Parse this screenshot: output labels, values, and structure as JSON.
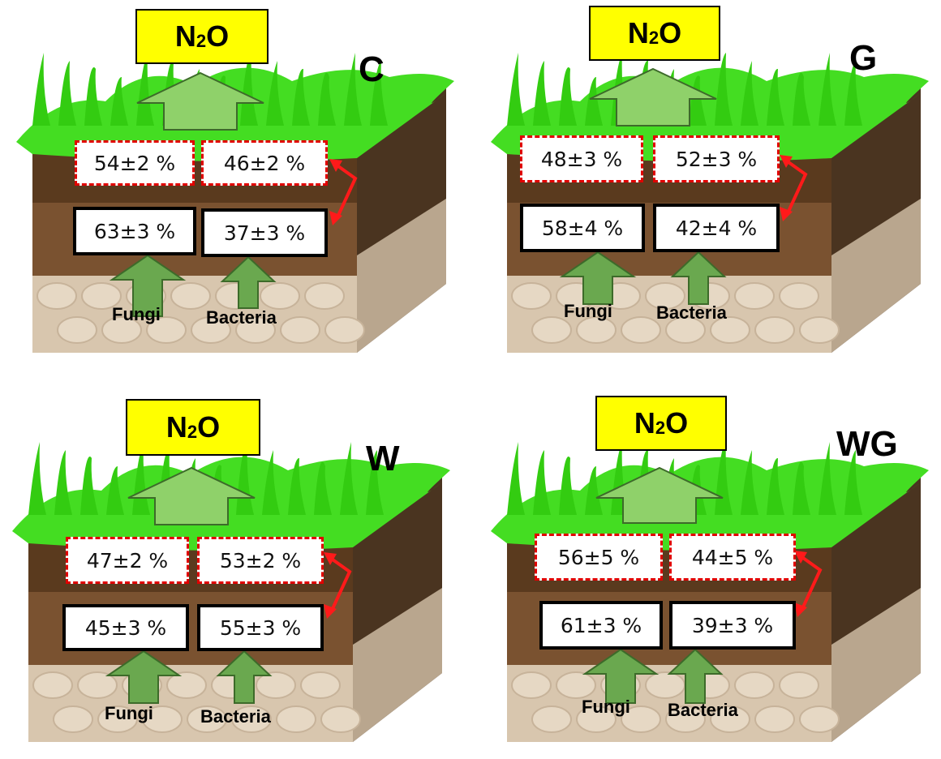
{
  "panels": [
    {
      "id": "C",
      "label": "C",
      "gas": {
        "main": "N",
        "sub": "2",
        "tail": "O"
      },
      "top": {
        "fungi": "54±2 %",
        "bacteria": "46±2 %"
      },
      "bottom": {
        "fungi": "63±3 %",
        "bacteria": "37±3 %"
      },
      "organisms": {
        "fungi": "Fungi",
        "bacteria": "Bacteria"
      }
    },
    {
      "id": "G",
      "label": "G",
      "gas": {
        "main": "N",
        "sub": "2",
        "tail": "O"
      },
      "top": {
        "fungi": "48±3 %",
        "bacteria": "52±3 %"
      },
      "bottom": {
        "fungi": "58±4 %",
        "bacteria": "42±4 %"
      },
      "organisms": {
        "fungi": "Fungi",
        "bacteria": "Bacteria"
      }
    },
    {
      "id": "W",
      "label": "W",
      "gas": {
        "main": "N",
        "sub": "2",
        "tail": "O"
      },
      "top": {
        "fungi": "47±2 %",
        "bacteria": "53±2 %"
      },
      "bottom": {
        "fungi": "45±3 %",
        "bacteria": "55±3 %"
      },
      "organisms": {
        "fungi": "Fungi",
        "bacteria": "Bacteria"
      }
    },
    {
      "id": "WG",
      "label": "WG",
      "gas": {
        "main": "N",
        "sub": "2",
        "tail": "O"
      },
      "top": {
        "fungi": "56±5 %",
        "bacteria": "44±5 %"
      },
      "bottom": {
        "fungi": "61±3 %",
        "bacteria": "39±3 %"
      },
      "organisms": {
        "fungi": "Fungi",
        "bacteria": "Bacteria"
      }
    }
  ],
  "colors": {
    "gas_box": "#ffff00",
    "grass": "#44dd22",
    "arrow": "#6aa84f",
    "arrow_light": "#8fd16a",
    "link_arrow": "#ff1a1a",
    "dashed_border": "#e00000"
  }
}
